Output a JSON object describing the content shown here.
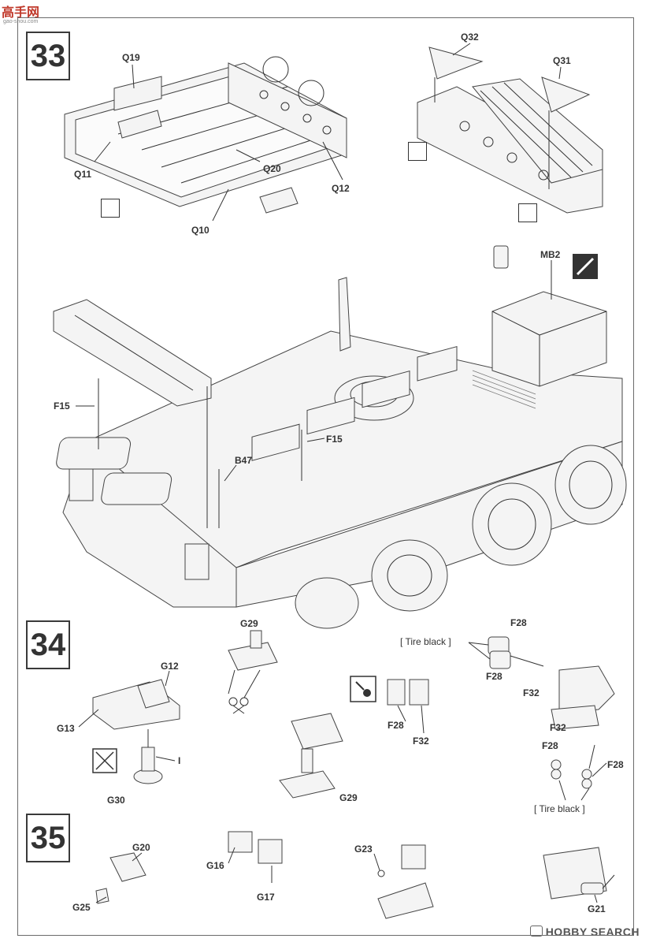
{
  "site_logo": {
    "text": "高手网",
    "url": "gao-shou.com"
  },
  "watermark": {
    "text": "HOBBY SEARCH"
  },
  "steps": {
    "s33": "33",
    "s34": "34",
    "s35": "35"
  },
  "labels": {
    "q19": "Q19",
    "q11": "Q11",
    "q20": "Q20",
    "q12": "Q12",
    "q10": "Q10",
    "q32": "Q32",
    "q31": "Q31",
    "mb2": "MB2",
    "f15a": "F15",
    "f15b": "F15",
    "b47": "B47",
    "g29a": "G29",
    "g12": "G12",
    "g13": "G13",
    "i": "I",
    "g30": "G30",
    "g29b": "G29",
    "f28a": "F28",
    "f32a": "F32",
    "f28b": "F28",
    "f28c": "F28",
    "f32b": "F32",
    "f32c": "F32",
    "f28d": "F28",
    "f28e": "F28",
    "g20": "G20",
    "g25": "G25",
    "g16": "G16",
    "g17": "G17",
    "g23": "G23",
    "g21": "G21"
  },
  "notes": {
    "tire_black_top": "[ Tire black ]",
    "tire_black_bottom": "[ Tire black ]"
  }
}
